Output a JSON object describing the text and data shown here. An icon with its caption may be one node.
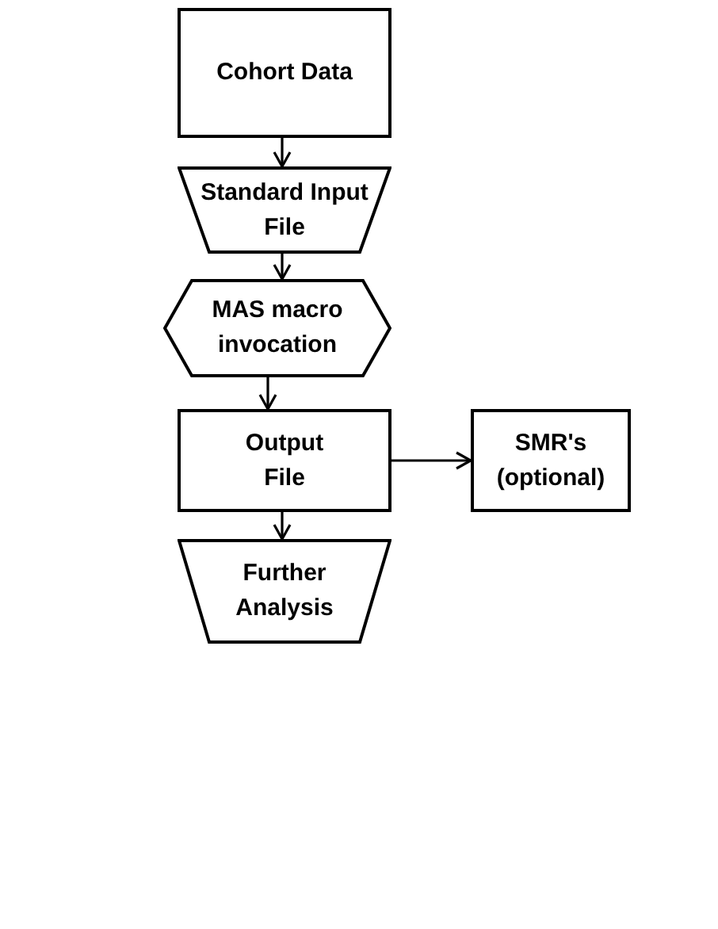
{
  "diagram": {
    "nodes": [
      {
        "text": [
          "Cohort Data"
        ]
      },
      {
        "text": [
          "Standard Input File"
        ]
      },
      {
        "text": [
          "MAS macro invocation"
        ]
      },
      {
        "text": [
          "Output File"
        ]
      },
      {
        "text": [
          "SMR's (optional)"
        ]
      },
      {
        "text": [
          "Further Analysis"
        ]
      }
    ],
    "edges": [
      {
        "from": 0,
        "to": 1,
        "arrow": "to"
      },
      {
        "from": 1,
        "to": 2,
        "arrow": "to"
      },
      {
        "from": 2,
        "to": 3,
        "arrow": "to"
      },
      {
        "from": 3,
        "to": 4,
        "arrow": "to"
      },
      {
        "from": 3,
        "to": 5,
        "arrow": "to"
      }
    ]
  }
}
